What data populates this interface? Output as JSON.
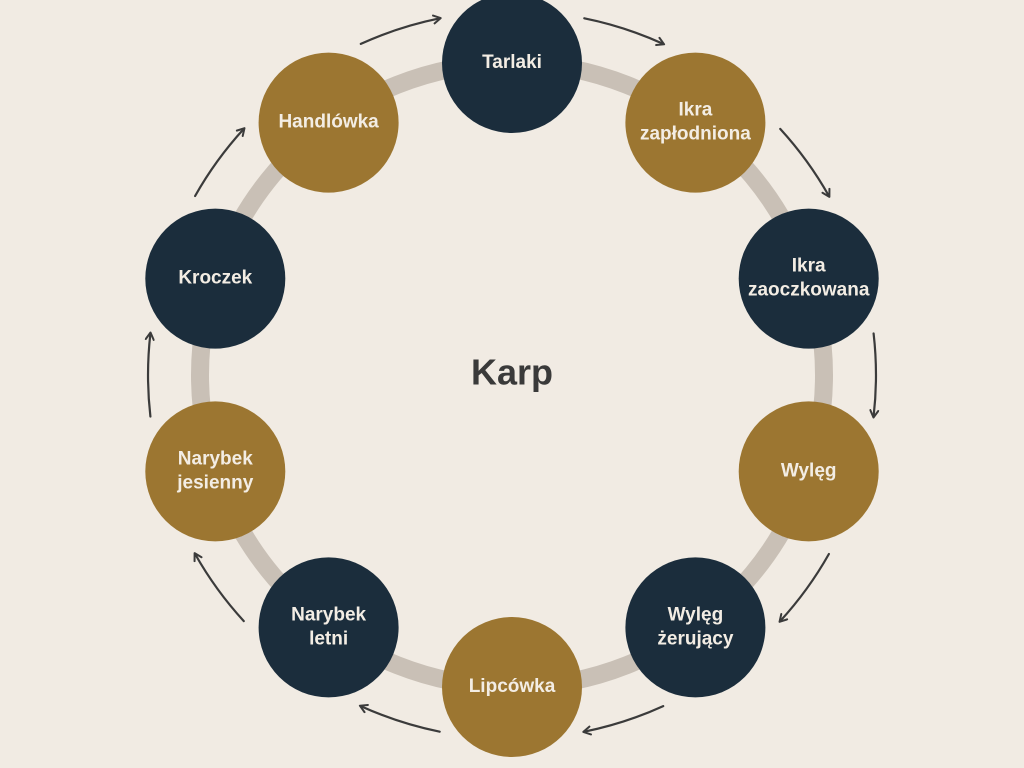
{
  "title": "Karp",
  "colors": {
    "background": "#f1ebe3",
    "ring": "#c9c0b6",
    "navy": "#1b2d3c",
    "gold": "#9c7631",
    "label": "#f3ede4",
    "center_text": "#3a3a3a",
    "arrow": "#3b3b3b"
  },
  "stages": [
    {
      "lines": [
        "Tarlaki"
      ],
      "color": "navy"
    },
    {
      "lines": [
        "Ikra",
        "zapłodniona"
      ],
      "color": "gold"
    },
    {
      "lines": [
        "Ikra",
        "zaoczkowana"
      ],
      "color": "navy"
    },
    {
      "lines": [
        "Wylęg"
      ],
      "color": "gold"
    },
    {
      "lines": [
        "Wylęg",
        "żerujący"
      ],
      "color": "navy"
    },
    {
      "lines": [
        "Lipcówka"
      ],
      "color": "gold"
    },
    {
      "lines": [
        "Narybek",
        "letni"
      ],
      "color": "navy"
    },
    {
      "lines": [
        "Narybek",
        "jesienny"
      ],
      "color": "gold"
    },
    {
      "lines": [
        "Kroczek"
      ],
      "color": "navy"
    },
    {
      "lines": [
        "Handlówka"
      ],
      "color": "gold"
    }
  ]
}
